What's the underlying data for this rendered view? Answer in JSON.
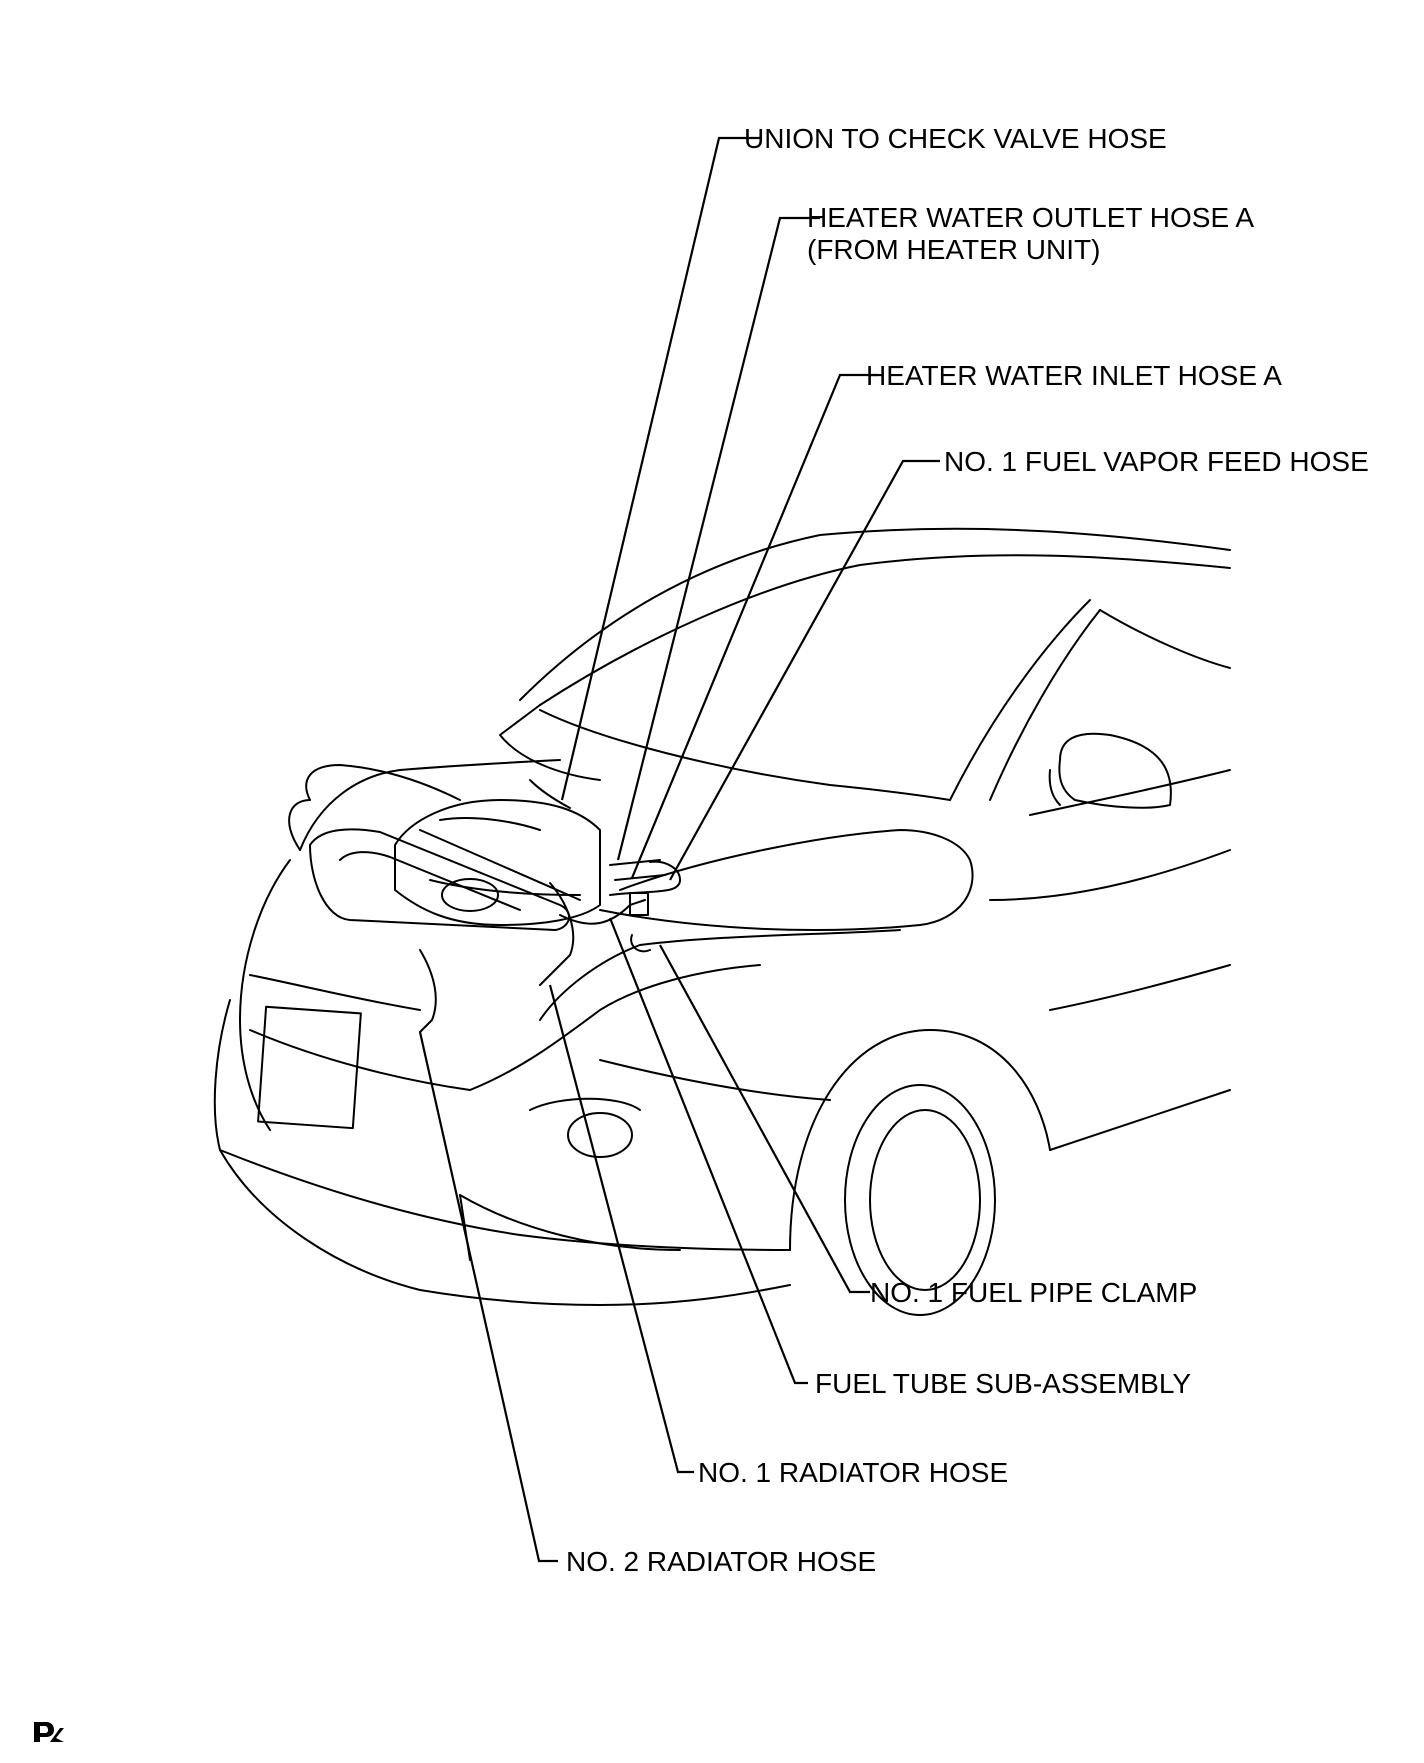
{
  "callouts": {
    "union_to_check_valve_hose": "UNION TO CHECK VALVE HOSE",
    "heater_water_outlet_hose_a_line1": "HEATER WATER OUTLET HOSE A",
    "heater_water_outlet_hose_a_line2": "(FROM HEATER UNIT)",
    "heater_water_inlet_hose_a": "HEATER WATER INLET HOSE A",
    "no1_fuel_vapor_feed_hose": "NO. 1 FUEL VAPOR FEED HOSE",
    "no1_fuel_pipe_clamp": "NO. 1 FUEL PIPE CLAMP",
    "fuel_tube_sub_assembly": "FUEL TUBE SUB-ASSEMBLY",
    "no1_radiator_hose": "NO. 1 RADIATOR HOSE",
    "no2_radiator_hose": "NO. 2 RADIATOR HOSE"
  },
  "corner_mark_icon": "publisher-mark-icon"
}
